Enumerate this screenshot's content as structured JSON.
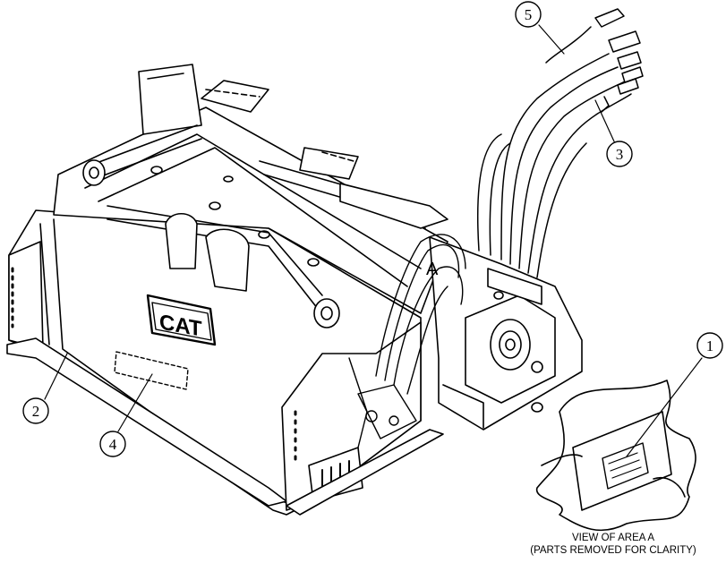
{
  "callouts": [
    {
      "id": "1",
      "label": "1"
    },
    {
      "id": "2",
      "label": "2"
    },
    {
      "id": "3",
      "label": "3"
    },
    {
      "id": "4",
      "label": "4"
    },
    {
      "id": "5",
      "label": "5"
    }
  ],
  "area_marker": "A",
  "brand_logo_text": "CAT",
  "detail_caption": {
    "line1": "VIEW OF AREA A",
    "line2": "(PARTS REMOVED FOR CLARITY)"
  }
}
